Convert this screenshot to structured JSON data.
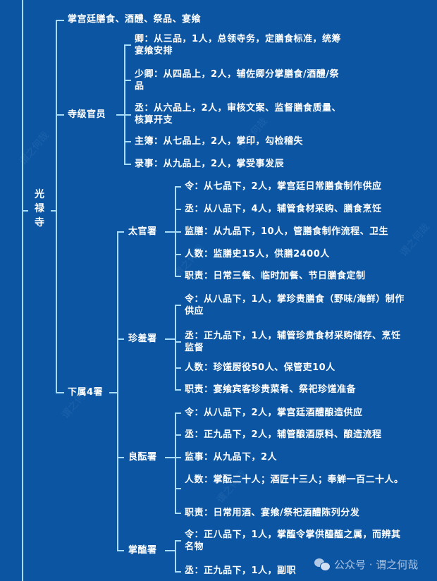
{
  "root": {
    "label": [
      "光",
      "禄",
      "寺"
    ]
  },
  "branches": {
    "duty": {
      "label": "掌宫廷膳食、酒醴、祭品、宴飨"
    },
    "officials": {
      "label": "寺级官员",
      "items": [
        {
          "text": "卿：从三品，1人，总领寺务，定膳食标准，统筹宴飨安排"
        },
        {
          "text": "少卿：从四品上，2人，辅佐卿分掌膳食/酒醴/祭品"
        },
        {
          "text": "丞：从六品上，2人，审核文案、监督膳食质量、核算开支"
        },
        {
          "text": "主簿：从七品上，2人，掌印，勾检稽失"
        },
        {
          "text": "录事：从九品上，2人，掌受事发辰"
        }
      ]
    },
    "subordinates": {
      "label": "下属4署",
      "offices": [
        {
          "label": "太官署",
          "items": [
            {
              "text": "令：从七品下，2人，掌宫廷日常膳食制作供应"
            },
            {
              "text": "丞：从八品下，4人，辅管食材采购、膳食烹饪"
            },
            {
              "text": "监膳：从九品下，10人，管膳食制作流程、卫生"
            },
            {
              "text": "人数：监膳史15人，供膳2400人"
            },
            {
              "text": "职责：日常三餐、临时加餐、节日膳食定制"
            }
          ]
        },
        {
          "label": "珍羞署",
          "items": [
            {
              "text": "令：从八品下，1人，掌珍贵膳食（野味/海鲜）制作供应"
            },
            {
              "text": "丞：正九品下，1人，辅管珍贵食材采购储存、烹饪监督"
            },
            {
              "text": "人数：珍馐厨役50人、保管吏10人"
            },
            {
              "text": "职责：宴飨宾客珍贵菜肴、祭祀珍馐准备"
            }
          ]
        },
        {
          "label": "良酝署",
          "items": [
            {
              "text": "令：从八品下，2人，掌宫廷酒醴酿造供应"
            },
            {
              "text": "丞：正九品下，2人，辅管酿酒原料、酿造流程"
            },
            {
              "text": "监事：从九品下，2人"
            },
            {
              "text": "人数：掌酝二十人；酒匠十三人；奉觯一百二十人。"
            },
            {
              "text": "职责：日常用酒、宴飨/祭祀酒醴陈列分发"
            }
          ]
        },
        {
          "label": "掌醢署",
          "items": [
            {
              "text": "令：正八品下，1人，掌醢令掌供醯醢之属，而辨其名物"
            },
            {
              "text": "丞：正九品下，1人，副职"
            }
          ]
        }
      ]
    }
  },
  "watermark": {
    "text": "公众号 · 谓之何哉",
    "faint": "谓之何哉"
  },
  "colors": {
    "background": "#0b55a3",
    "lines": "#a9dcf7",
    "text": "#ffffff"
  }
}
